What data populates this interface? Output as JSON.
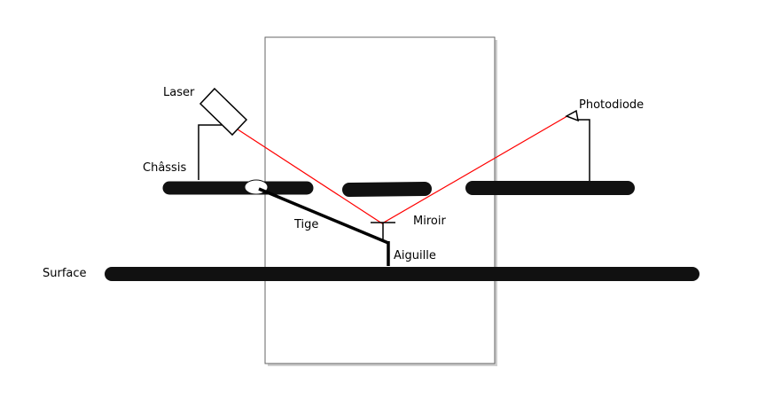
{
  "labels": {
    "laser": "Laser",
    "chassis": "Châssis",
    "photodiode": "Photodiode",
    "miroir": "Miroir",
    "tige": "Tige",
    "aiguille": "Aiguille",
    "surface": "Surface"
  },
  "colors": {
    "beam": "#ff0000",
    "ink": "#000000",
    "bar": "#111111",
    "frame_border": "#666666",
    "frame_shadow": "#cfcfcf",
    "background": "#ffffff"
  }
}
